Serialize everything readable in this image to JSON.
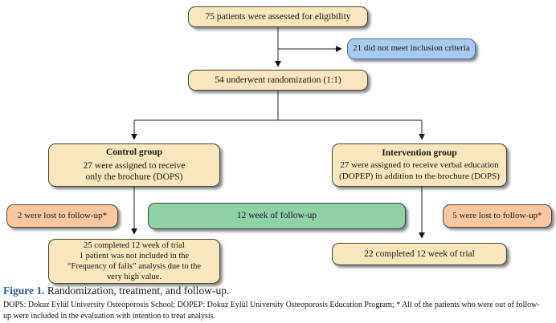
{
  "figure": {
    "nodes": {
      "eligibility": "75 patients were assessed for eligibility",
      "excluded": "21 did not meet inclusion criteria",
      "randomization": "54 underwent randomization (1:1)",
      "control": {
        "title": "Control group",
        "line1": "27 were assigned to receive",
        "line2": "only the brochure (DOPS)"
      },
      "intervention": {
        "title": "Intervention group",
        "line1": "27 were assigned to receive verbal education",
        "line2": "(DOPEP) in addition to the brochure (DOPS)"
      },
      "control_lost": "2 were lost to follow-up*",
      "followup_period": "12 week of follow-up",
      "intervention_lost": "5 were lost to follow-up*",
      "control_completed": {
        "line1": "25 completed 12 week of trial",
        "line2": "1 patient was not included in the",
        "line3": "“Frequency of falls” analysis due to the",
        "line4": "very high value."
      },
      "intervention_completed": "22 completed 12 week of trial"
    },
    "caption": {
      "label": "Figure 1.",
      "text": "Randomization, treatment, and follow-up."
    },
    "footnote": {
      "line1": "DOPS: Dokuz Eylül University Osteoporosis School; DOPEP: Dokuz Eylül University Osteoporosis Education Program; * All of the patients who were out of follow-",
      "line2": "up were included in the evaluation with intention to treat analysis."
    },
    "colors": {
      "tan": "#f9e6bc",
      "blue": "#a9c9ee",
      "orange": "#f9c8a0",
      "green": "#90d1a8",
      "caption_label": "#2c5aa0"
    }
  }
}
